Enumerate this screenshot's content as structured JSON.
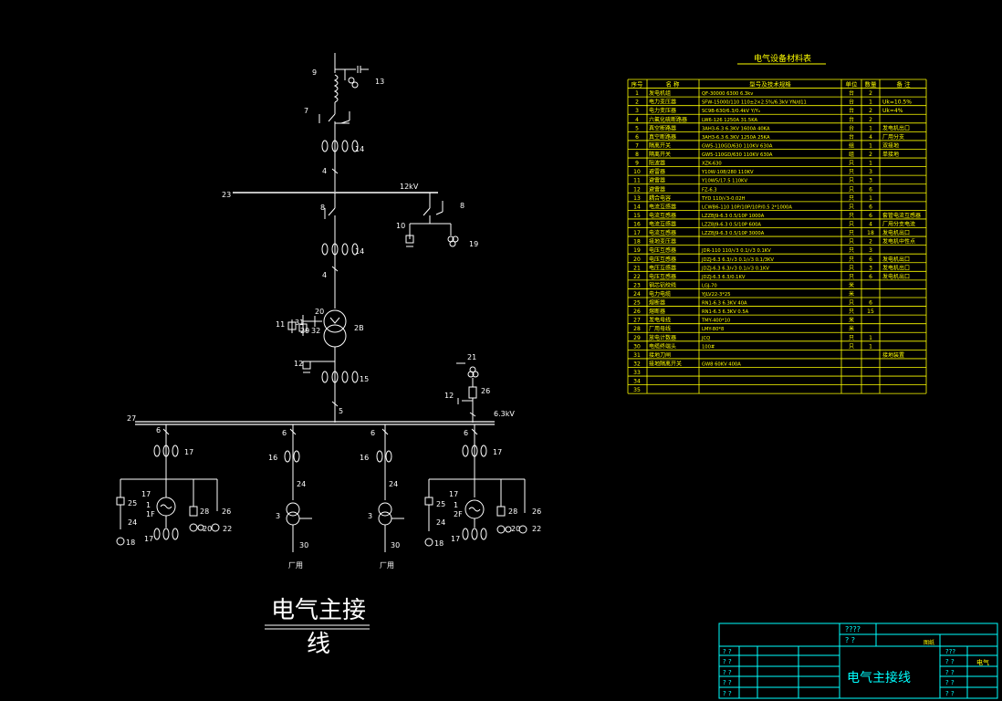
{
  "diagram": {
    "title": "电气主接线",
    "labels": {
      "n9": "9",
      "n13": "13",
      "n7": "7",
      "n14a": "14",
      "n4a": "4",
      "n23": "23",
      "kv12": "12kV",
      "n8a": "8",
      "n8b": "8",
      "n10": "10",
      "n19": "19",
      "n14b": "14",
      "n4b": "4",
      "n2B": "2B",
      "n20": "20",
      "n11": "11",
      "n31": "31",
      "n29": "29",
      "n32": "32",
      "n12a": "12",
      "n15": "15",
      "n21": "21",
      "n12b": "12",
      "n26a": "26",
      "n5": "5",
      "n27": "27",
      "kv63": "6.3kV",
      "n6a": "6",
      "n6b": "6",
      "n6c": "6",
      "n6d": "6",
      "n17a": "17",
      "n17b": "17",
      "n16a": "16",
      "n16b": "16",
      "n24a": "24",
      "n24b": "24",
      "n3a": "3",
      "n3b": "3",
      "n30a": "30",
      "n30b": "30",
      "feederA": "厂用",
      "feederB": "厂用",
      "n25a": "25",
      "n24c": "24",
      "n18a": "18",
      "n17c": "17",
      "g1": "1",
      "g1F": "1F",
      "n28a": "28",
      "n26b": "26",
      "n20b": "20",
      "n22a": "22",
      "n17d": "17",
      "n25b": "25",
      "n24d": "24",
      "n18b": "18",
      "n17e": "17",
      "g2": "1",
      "g2F": "2F",
      "n28b": "28",
      "n26c": "26",
      "n20c": "20",
      "n22b": "22",
      "n17f": "17"
    }
  },
  "equipment_table": {
    "title": "电气设备材料表",
    "headers": [
      "序号",
      "名 称",
      "型号及技术规格",
      "单位",
      "数量",
      "备 注"
    ],
    "rows": [
      [
        "1",
        "发电机组",
        "QF-30000 6300 6.3kv",
        "台",
        "2",
        ""
      ],
      [
        "2",
        "电力变压器",
        "SFW-15000/110 110±2×2.5%/6.3kV YN/d11",
        "台",
        "1",
        "Uk=10.5%"
      ],
      [
        "3",
        "电力变压器",
        "SC9B-630/6.3/0.4kV Y/Y₀",
        "台",
        "2",
        "Uk=4%"
      ],
      [
        "4",
        "六氟化硫断路器",
        "LW6-126 1250A 31.5KA",
        "台",
        "2",
        ""
      ],
      [
        "5",
        "真空断路器",
        "3AH3-6.3 6.3KV 1600A 40KA",
        "台",
        "1",
        "发电机出口"
      ],
      [
        "6",
        "真空断路器",
        "3AH3-6.3 6.3KV 1250A 25KA",
        "台",
        "4",
        "厂用分支"
      ],
      [
        "7",
        "隔离开关",
        "GW5-110GD/630 110KV 630A",
        "组",
        "1",
        "双接地"
      ],
      [
        "8",
        "隔离开关",
        "GW5-110GD/630 110KV 630A",
        "组",
        "2",
        "单接地"
      ],
      [
        "9",
        "阻波器",
        "XZK-630",
        "只",
        "1",
        ""
      ],
      [
        "10",
        "避雷器",
        "Y10W-108/280 110KV",
        "只",
        "3",
        ""
      ],
      [
        "11",
        "避雷器",
        "Y10W5/17.5 110KV",
        "只",
        "3",
        ""
      ],
      [
        "12",
        "避雷器",
        "FZ-6.3",
        "只",
        "6",
        ""
      ],
      [
        "13",
        "耦合电容",
        "TYD 110/√3-0.02H",
        "只",
        "1",
        ""
      ],
      [
        "14",
        "电流互感器",
        "LCWB6-110 10P/10P/10P/0.5 2*1000A",
        "只",
        "6",
        ""
      ],
      [
        "15",
        "电流互感器",
        "LZZBJ9-6.3 0.5/10P 1000A",
        "只",
        "6",
        "套管电流互感器"
      ],
      [
        "16",
        "电流互感器",
        "LZZBJ9-6.3 0.5/10P 600A",
        "只",
        "4",
        "厂用分支电流"
      ],
      [
        "17",
        "电流互感器",
        "LZZBJ9-6.3 0.5/10P 3000A",
        "只",
        "18",
        "发电机出口"
      ],
      [
        "18",
        "接地变压器",
        "",
        "只",
        "2",
        "发电机中性点"
      ],
      [
        "19",
        "电压互感器",
        "JDR-110 110/√3 0.1/√3 0.1KV",
        "只",
        "3",
        ""
      ],
      [
        "20",
        "电压互感器",
        "JDZJ-6.3 6.3/√3 0.1/√3 0.1/3KV",
        "只",
        "6",
        "发电机出口"
      ],
      [
        "21",
        "电压互感器",
        "JDZJ-6.3 6.3/√3 0.1/√3 0.1KV",
        "只",
        "3",
        "发电机出口"
      ],
      [
        "22",
        "电压互感器",
        "JDZJ-6.3 6.3/0.1KV",
        "只",
        "6",
        "发电机出口"
      ],
      [
        "23",
        "钢芯铝绞线",
        "LGJ-70",
        "米",
        "",
        ""
      ],
      [
        "24",
        "电力电缆",
        "YJLV22-3*25",
        "米",
        "",
        ""
      ],
      [
        "25",
        "熔断器",
        "RN1-6.3 6.3KV 40A",
        "只",
        "6",
        ""
      ],
      [
        "26",
        "熔断器",
        "RN1-6.3 6.3KV 0.5A",
        "只",
        "15",
        ""
      ],
      [
        "27",
        "发电母线",
        "TMY-400*10",
        "米",
        "",
        ""
      ],
      [
        "28",
        "厂用母线",
        "LMY-80*8",
        "米",
        "",
        ""
      ],
      [
        "29",
        "放电计数器",
        "JCQ",
        "只",
        "1",
        ""
      ],
      [
        "30",
        "电缆终端头",
        "100#",
        "只",
        "1",
        ""
      ],
      [
        "31",
        "接地刀闸",
        "",
        "",
        "",
        "接地装置"
      ],
      [
        "32",
        "接地隔离开关",
        "GW8 60KV 400A",
        "",
        "",
        ""
      ],
      [
        "33",
        "",
        "",
        "",
        "",
        ""
      ],
      [
        "34",
        "",
        "",
        "",
        "",
        ""
      ],
      [
        "35",
        "",
        "",
        "",
        "",
        ""
      ]
    ]
  },
  "title_block": {
    "drawing_title": "电气主接线",
    "q1": "????",
    "q2": "? ?",
    "q3": "???",
    "cell_a": "图纸",
    "cell_b": "电气",
    "marks": [
      "? ?",
      "? ?",
      "? ?",
      "? ?",
      "? ?",
      "? ?"
    ],
    "marks_r": [
      "? ?",
      "? ?",
      "? ?",
      "? ?",
      "? ?"
    ]
  },
  "colors": {
    "lines": "#ffffff",
    "table": "#ffff00",
    "frame": "#00ffff",
    "background": "#000000"
  }
}
